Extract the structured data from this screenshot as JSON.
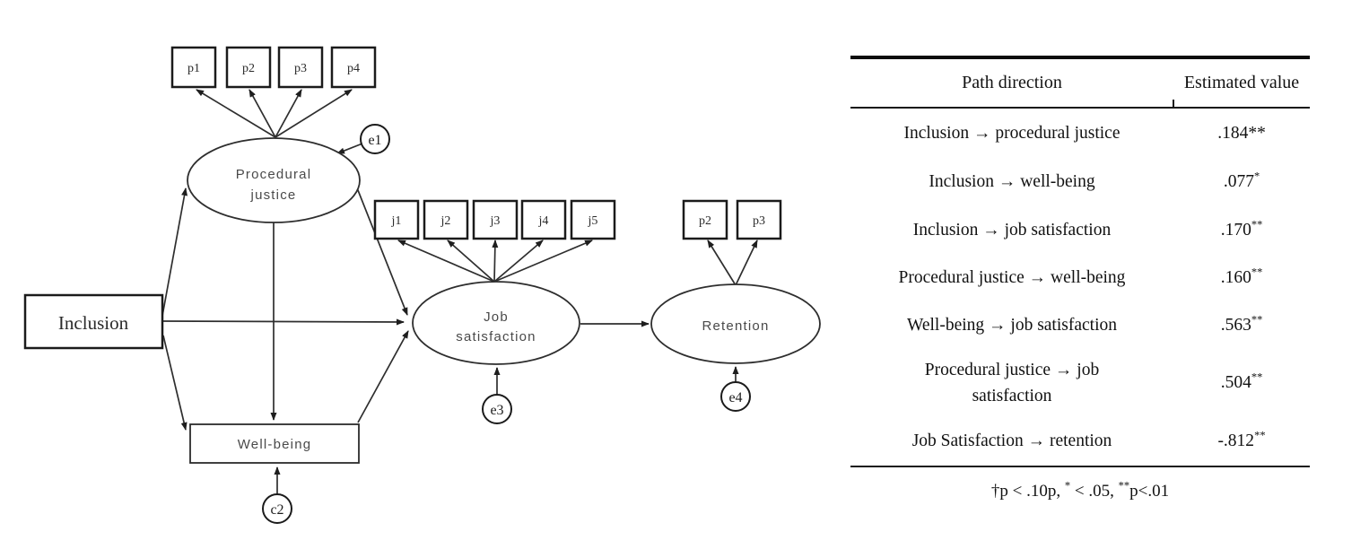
{
  "diagram": {
    "inclusion_label": "Inclusion",
    "procedural_justice": {
      "line1": "Procedural",
      "line2": "justice"
    },
    "job_satisfaction": {
      "line1": "Job",
      "line2": "satisfaction"
    },
    "retention_label": "Retention",
    "well_being_label": "Well-being",
    "pj_indicators": [
      "p1",
      "p2",
      "p3",
      "p4"
    ],
    "js_indicators": [
      "j1",
      "j2",
      "j3",
      "j4",
      "j5"
    ],
    "ret_indicators": [
      "p2",
      "p3"
    ],
    "errors": [
      "e1",
      "c2",
      "e3",
      "e4"
    ]
  },
  "table": {
    "headers": {
      "path": "Path direction",
      "value": "Estimated value"
    },
    "rows": [
      {
        "path": "Inclusion → procedural justice",
        "value": ".184",
        "stars": "**"
      },
      {
        "path": "Inclusion → well-being",
        "value": ".077",
        "stars": "*"
      },
      {
        "path": "Inclusion → job satisfaction",
        "value": ".170",
        "stars": "**"
      },
      {
        "path": "Procedural justice → well-being",
        "value": ".160",
        "stars": "**"
      },
      {
        "path": "Well-being → job satisfaction",
        "value": ".563",
        "stars": "**"
      },
      {
        "path": "Procedural justice → job satisfaction",
        "value": ".504",
        "stars": "**"
      },
      {
        "path": "Job Satisfaction → retention",
        "value": "-.812",
        "stars": "**"
      }
    ],
    "footnote": {
      "part1": "†p < .10p, ",
      "sup1": "*",
      "part2": " < .05, ",
      "sup2": "**",
      "part3": "p<.01"
    }
  }
}
